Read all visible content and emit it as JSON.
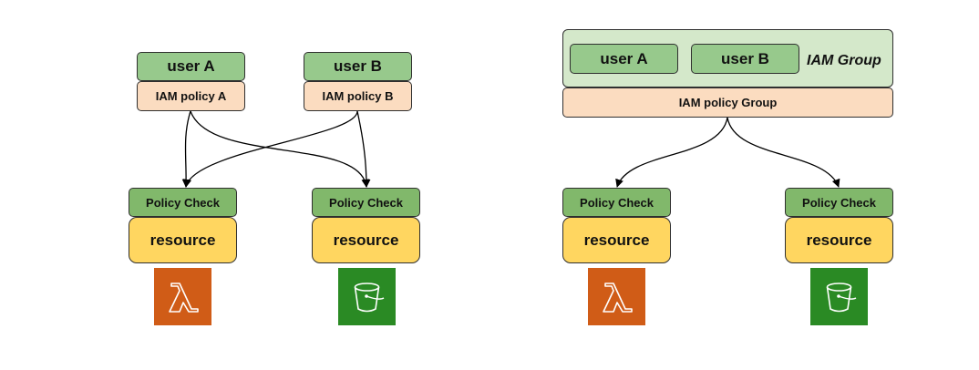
{
  "left": {
    "user_a": "user A",
    "user_b": "user B",
    "policy_a": "IAM policy A",
    "policy_b": "IAM policy B",
    "check_1": "Policy Check",
    "check_2": "Policy Check",
    "resource_1": "resource",
    "resource_2": "resource",
    "icon_1": "lambda-icon",
    "icon_2": "s3-bucket-icon"
  },
  "right": {
    "group_label": "IAM Group",
    "user_a": "user A",
    "user_b": "user B",
    "policy_group": "IAM policy Group",
    "check_1": "Policy Check",
    "check_2": "Policy Check",
    "resource_1": "resource",
    "resource_2": "resource",
    "icon_1": "lambda-icon",
    "icon_2": "s3-bucket-icon"
  },
  "colors": {
    "user": "#97c98c",
    "policy": "#fbdcc0",
    "policy_check": "#81b86b",
    "resource": "#ffd660",
    "group": "#d4e8ca",
    "lambda": "#d05c17",
    "s3": "#2a8a24"
  }
}
